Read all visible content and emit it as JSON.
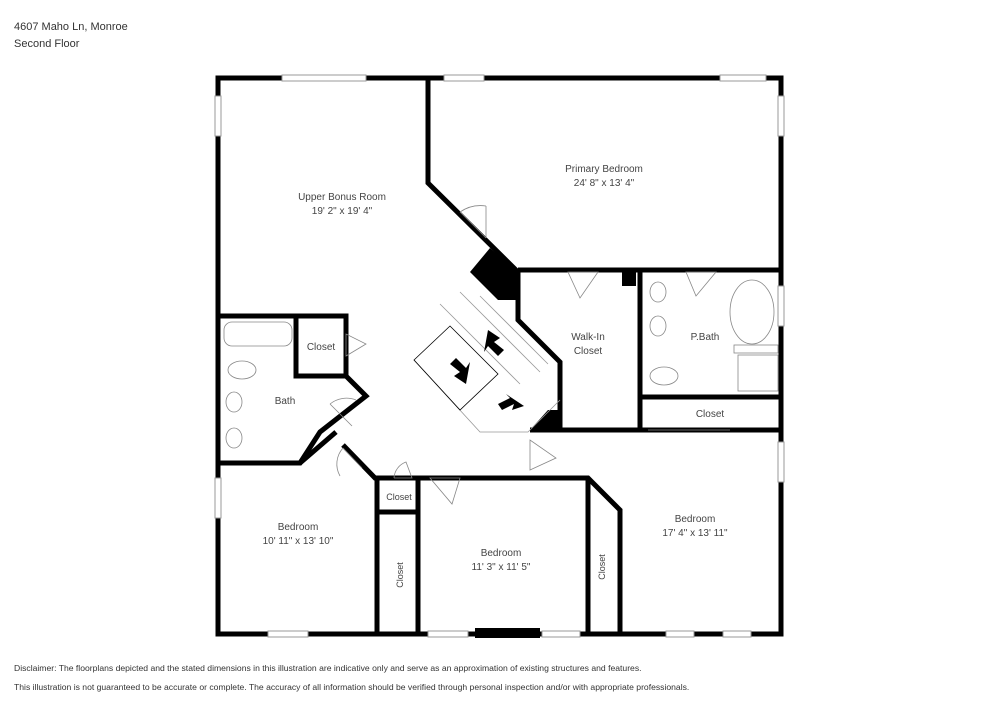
{
  "header": {
    "address": "4607 Maho Ln, Monroe",
    "floor": "Second Floor"
  },
  "rooms": [
    {
      "id": "upper-bonus-room",
      "name": "Upper Bonus Room",
      "dims": "19' 2\" x 19' 4\""
    },
    {
      "id": "primary-bedroom",
      "name": "Primary Bedroom",
      "dims": "24' 8\" x 13' 4\""
    },
    {
      "id": "walk-in-closet",
      "name": "Walk-In",
      "name2": "Closet"
    },
    {
      "id": "primary-bath",
      "name": "P.Bath"
    },
    {
      "id": "primary-closet",
      "name": "Closet"
    },
    {
      "id": "bath",
      "name": "Bath"
    },
    {
      "id": "hall-closet",
      "name": "Closet"
    },
    {
      "id": "bedroom-left",
      "name": "Bedroom",
      "dims": "10' 11\" x 13' 10\""
    },
    {
      "id": "small-closet",
      "name": "Closet"
    },
    {
      "id": "bedroom-left-closet",
      "name": "Closet"
    },
    {
      "id": "bedroom-middle",
      "name": "Bedroom",
      "dims": "11' 3\" x 11' 5\""
    },
    {
      "id": "bedroom-middle-closet",
      "name": "Closet"
    },
    {
      "id": "bedroom-right",
      "name": "Bedroom",
      "dims": "17' 4\" x 13' 11\""
    }
  ],
  "colors": {
    "wall": "#000000",
    "fixture": "#888888",
    "text": "#444444"
  },
  "disclaimer": {
    "line1": "Disclaimer: The floorplans depicted and the stated dimensions in this illustration are indicative only and serve as an approximation of existing structures and features.",
    "line2": "This illustration is not guaranteed to be accurate or complete. The accuracy of all information should be verified through personal inspection and/or with appropriate professionals."
  }
}
